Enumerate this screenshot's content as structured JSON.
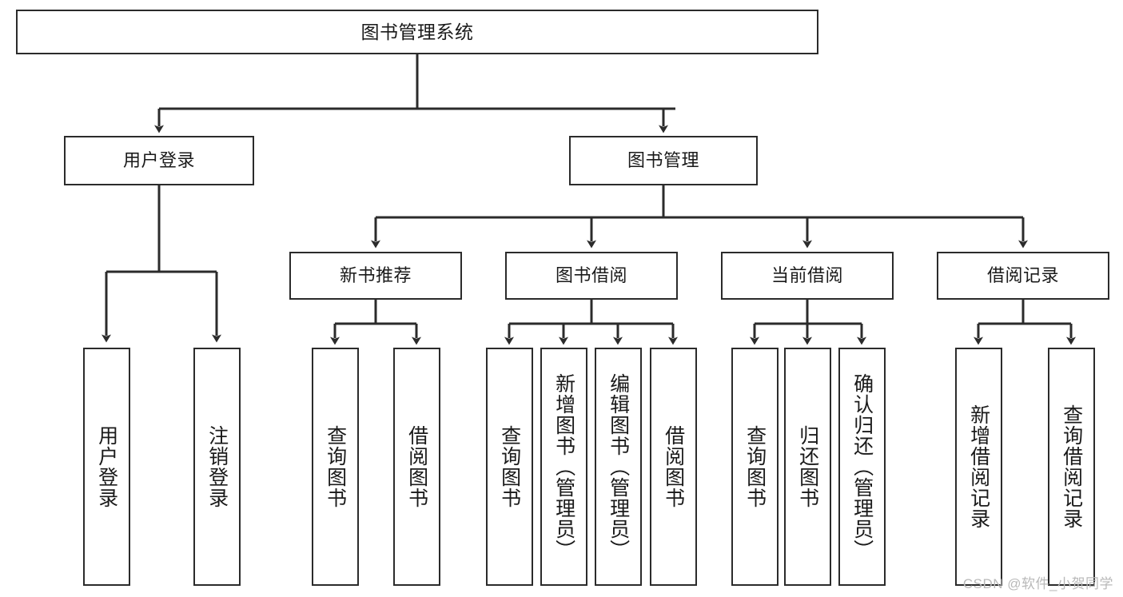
{
  "diagram": {
    "type": "tree-hierarchy-chart",
    "title": "图书管理系统",
    "root": {
      "id": "root",
      "label": "图书管理系统"
    },
    "level2": [
      {
        "id": "user-login",
        "label": "用户登录"
      },
      {
        "id": "book-manage",
        "label": "图书管理"
      }
    ],
    "level3": [
      {
        "id": "new-book-recommend",
        "label": "新书推荐",
        "parent": "book-manage"
      },
      {
        "id": "book-borrow",
        "label": "图书借阅",
        "parent": "book-manage"
      },
      {
        "id": "current-borrow",
        "label": "当前借阅",
        "parent": "book-manage"
      },
      {
        "id": "borrow-record",
        "label": "借阅记录",
        "parent": "book-manage"
      }
    ],
    "leaves": {
      "user-login": [
        {
          "id": "leaf-user-login",
          "label": "用户登录"
        },
        {
          "id": "leaf-logout-login",
          "label": "注销登录"
        }
      ],
      "new-book-recommend": [
        {
          "id": "leaf-query-book-1",
          "label": "查询图书"
        },
        {
          "id": "leaf-borrow-book-1",
          "label": "借阅图书"
        }
      ],
      "book-borrow": [
        {
          "id": "leaf-query-book-2",
          "label": "查询图书"
        },
        {
          "id": "leaf-add-book",
          "label": "新增图书（管理员）"
        },
        {
          "id": "leaf-edit-book",
          "label": "编辑图书（管理员）"
        },
        {
          "id": "leaf-borrow-book-2",
          "label": "借阅图书"
        }
      ],
      "current-borrow": [
        {
          "id": "leaf-query-book-3",
          "label": "查询图书"
        },
        {
          "id": "leaf-return-book",
          "label": "归还图书"
        },
        {
          "id": "leaf-confirm-return",
          "label": "确认归还（管理员）"
        }
      ],
      "borrow-record": [
        {
          "id": "leaf-add-record",
          "label": "新增借阅记录"
        },
        {
          "id": "leaf-query-record",
          "label": "查询借阅记录"
        }
      ]
    }
  },
  "watermark": {
    "text": "CSDN @软件_小贺同学"
  },
  "colors": {
    "border": "#2b2b2b",
    "text": "#1a1a1a",
    "background": "#ffffff",
    "watermark": "#b9b9b9"
  }
}
